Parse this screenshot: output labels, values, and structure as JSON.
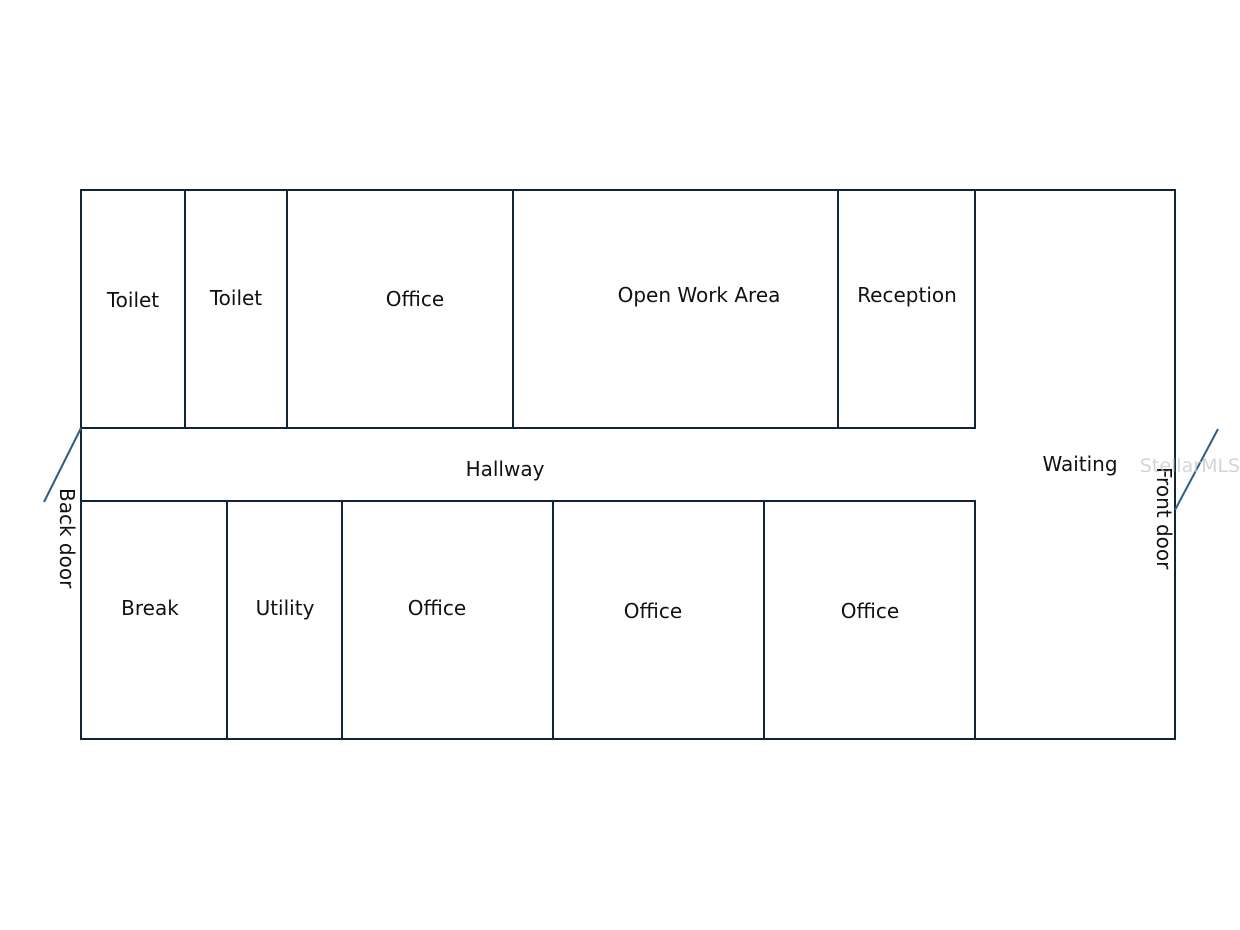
{
  "floorplan": {
    "rooms": {
      "toilet_1": "Toilet",
      "toilet_2": "Toilet",
      "office_top": "Office",
      "open_work_area": "Open Work Area",
      "reception": "Reception",
      "hallway": "Hallway",
      "waiting": "Waiting",
      "break": "Break",
      "utility": "Utility",
      "office_bottom_1": "Office",
      "office_bottom_2": "Office",
      "office_bottom_3": "Office"
    },
    "doors": {
      "back_door": "Back door",
      "front_door": "Front door"
    },
    "watermark": "StellarMLS",
    "colors": {
      "wall": "#10253a",
      "door_swing": "#2a5f86",
      "label": "#111111"
    }
  }
}
